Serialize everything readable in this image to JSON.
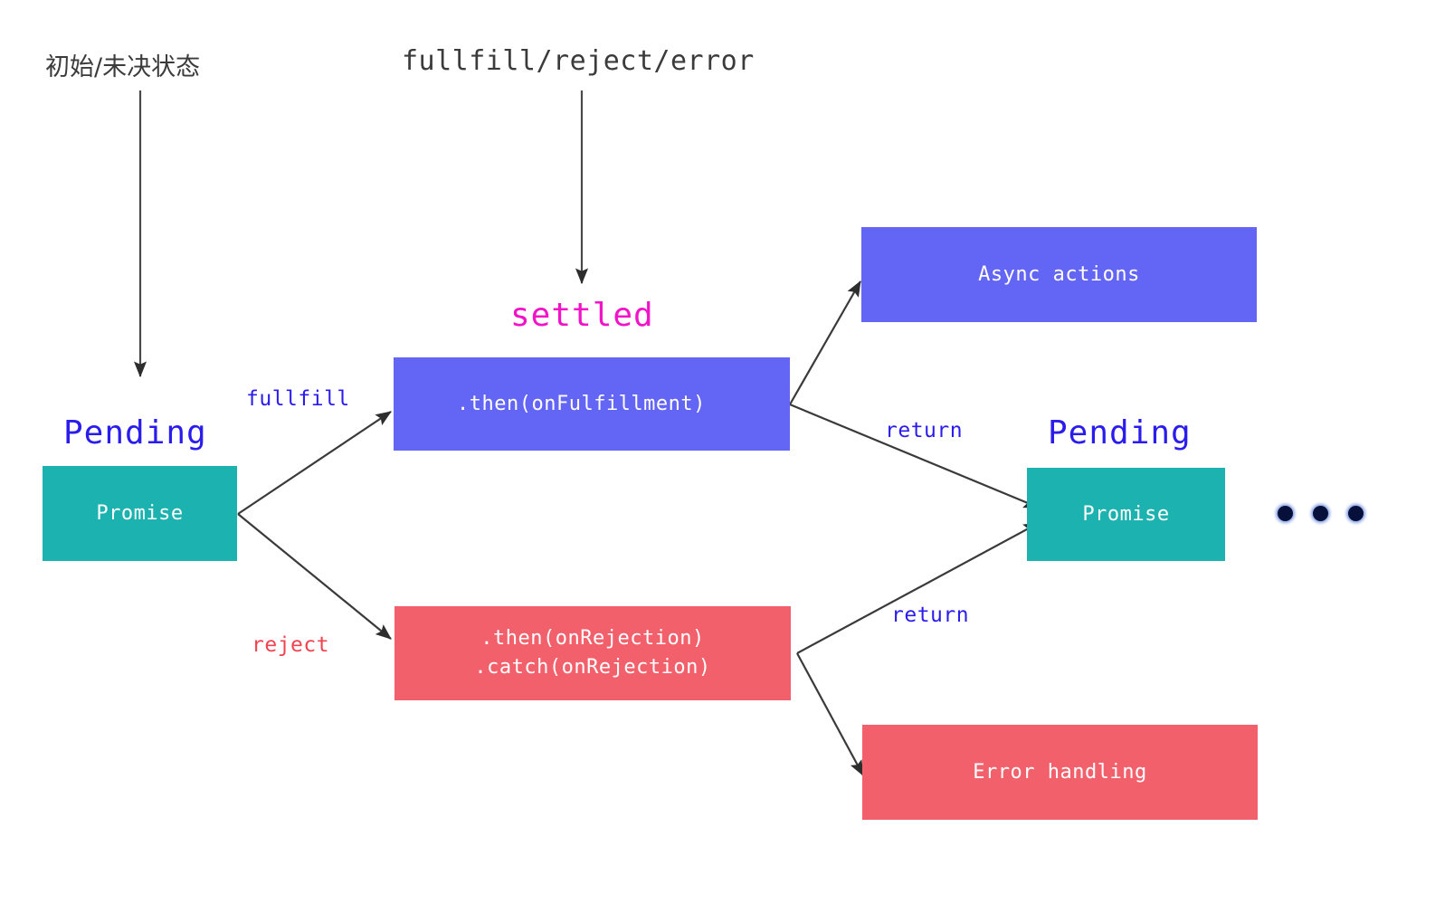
{
  "diagram": {
    "title_annotations": {
      "initial_state_cjk": "初始/未决状态",
      "settle_trigger": "fullfill/reject/error",
      "settled": "settled"
    },
    "state_labels": {
      "pending_left": "Pending",
      "pending_right": "Pending"
    },
    "nodes": [
      {
        "id": "promise-left",
        "label": "Promise",
        "color": "#1BB2B0"
      },
      {
        "id": "then-fulfill",
        "label": ".then(onFulfillment)",
        "color": "#6366F4"
      },
      {
        "id": "async-actions",
        "label": "Async actions",
        "color": "#6366F4"
      },
      {
        "id": "then-catch-reject",
        "label": ".then(onRejection)\n.catch(onRejection)",
        "color": "#F2616B"
      },
      {
        "id": "promise-right",
        "label": "Promise",
        "color": "#1BB2B0"
      },
      {
        "id": "error-handling",
        "label": "Error handling",
        "color": "#F2616B"
      }
    ],
    "edge_labels": {
      "fullfill": "fullfill",
      "reject": "reject",
      "return_top": "return",
      "return_bottom": "return"
    },
    "continuation": "•••",
    "colors": {
      "teal": "#1BB2B0",
      "indigo": "#6366F4",
      "red": "#F2616B",
      "blue_text": "#2B1CEE",
      "magenta_text": "#F212C8",
      "red_text": "#F2434F",
      "arrow": "#3b3b3b",
      "background": "#ffffff"
    }
  }
}
